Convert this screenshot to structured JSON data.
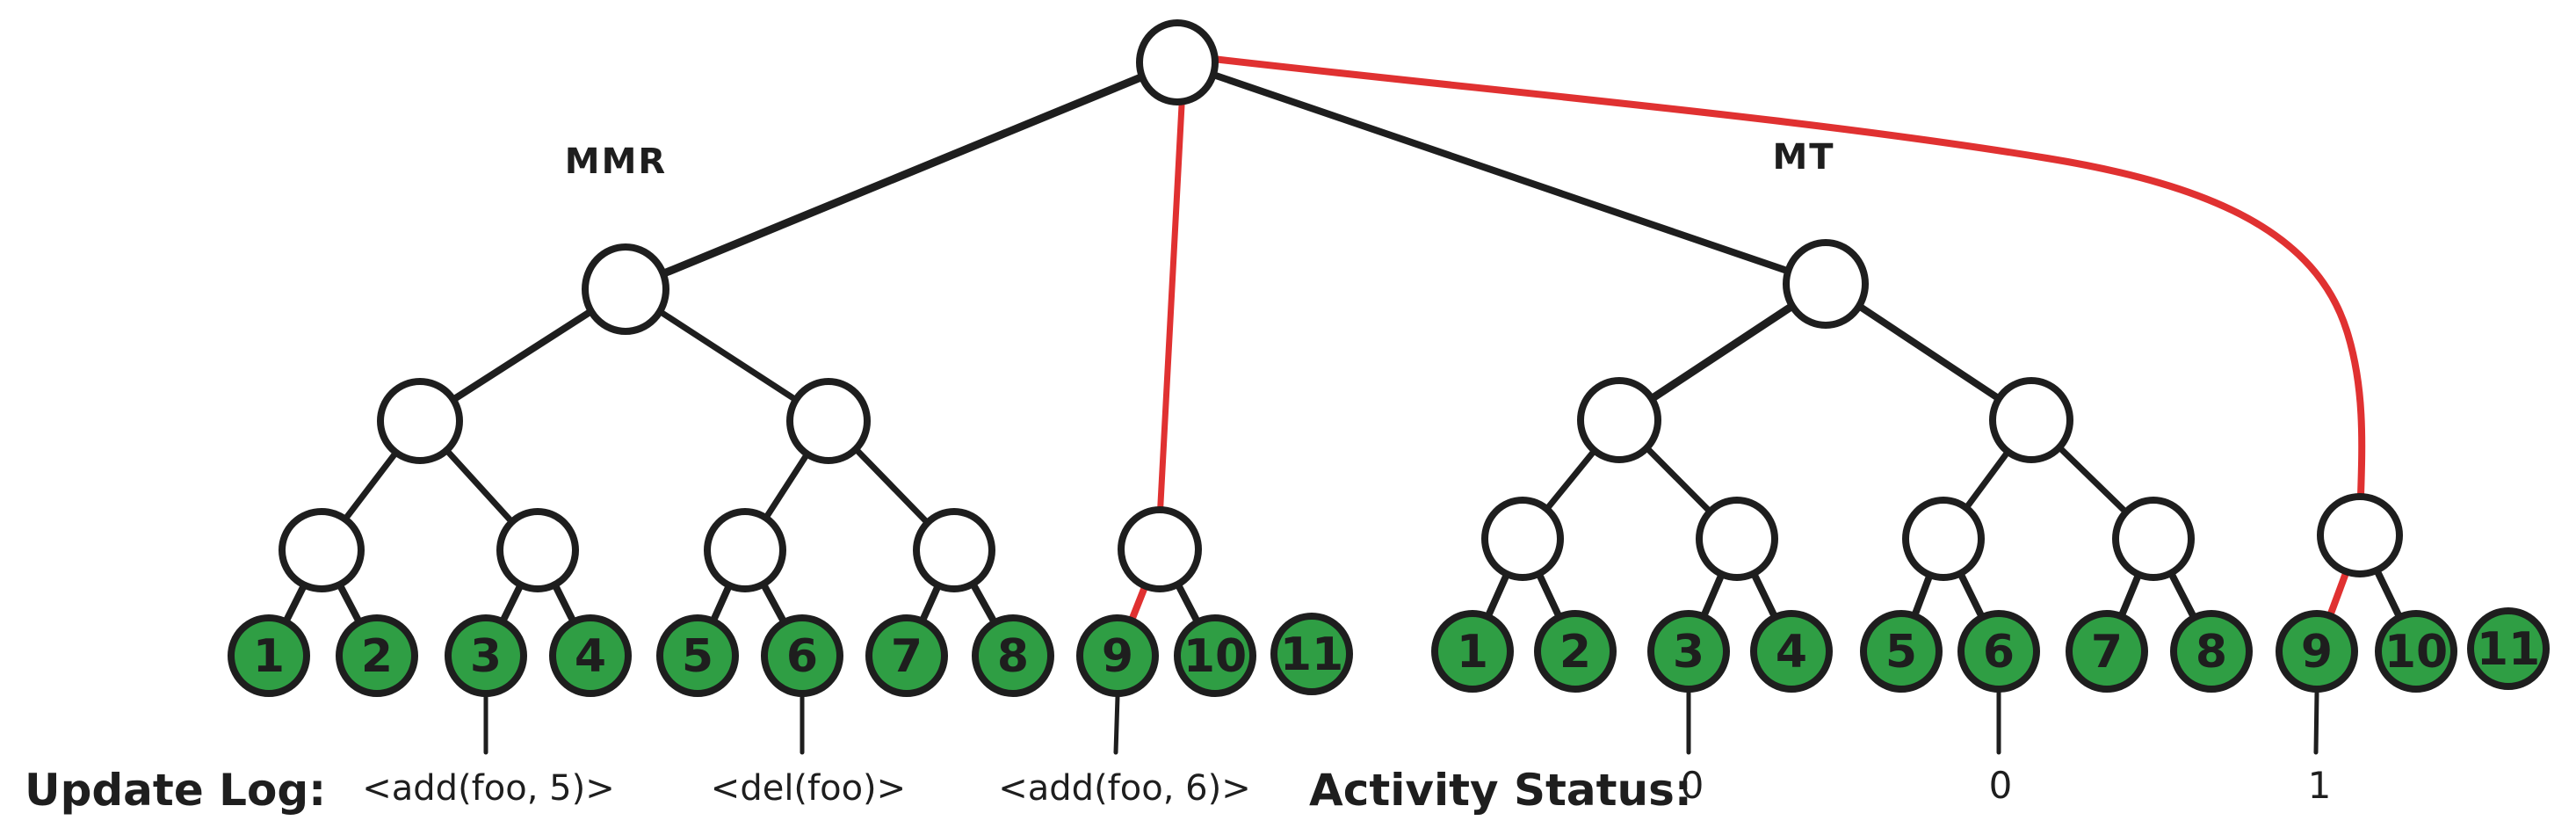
{
  "colors": {
    "background": "#ffffff",
    "stroke": "#1e1e1e",
    "red": "#e03131",
    "green": "#2f9e44"
  },
  "trees": [
    {
      "id": "mmr",
      "label": "MMR",
      "leaves": [
        "1",
        "2",
        "3",
        "4",
        "5",
        "6",
        "7",
        "8",
        "9",
        "10",
        "11"
      ]
    },
    {
      "id": "mt",
      "label": "MT",
      "leaves": [
        "1",
        "2",
        "3",
        "4",
        "5",
        "6",
        "7",
        "8",
        "9",
        "10",
        "11"
      ]
    }
  ],
  "update_log": {
    "label": "Update Log:",
    "entries": [
      {
        "text": "<add(foo, 5)>",
        "leaf": "3"
      },
      {
        "text": "<del(foo)>",
        "leaf": "6"
      },
      {
        "text": "<add(foo, 6)>",
        "leaf": "9"
      }
    ]
  },
  "activity_status": {
    "label": "Activity Status:",
    "entries": [
      {
        "value": "0",
        "leaf": "3"
      },
      {
        "value": "0",
        "leaf": "6"
      },
      {
        "value": "1",
        "leaf": "9"
      }
    ]
  }
}
